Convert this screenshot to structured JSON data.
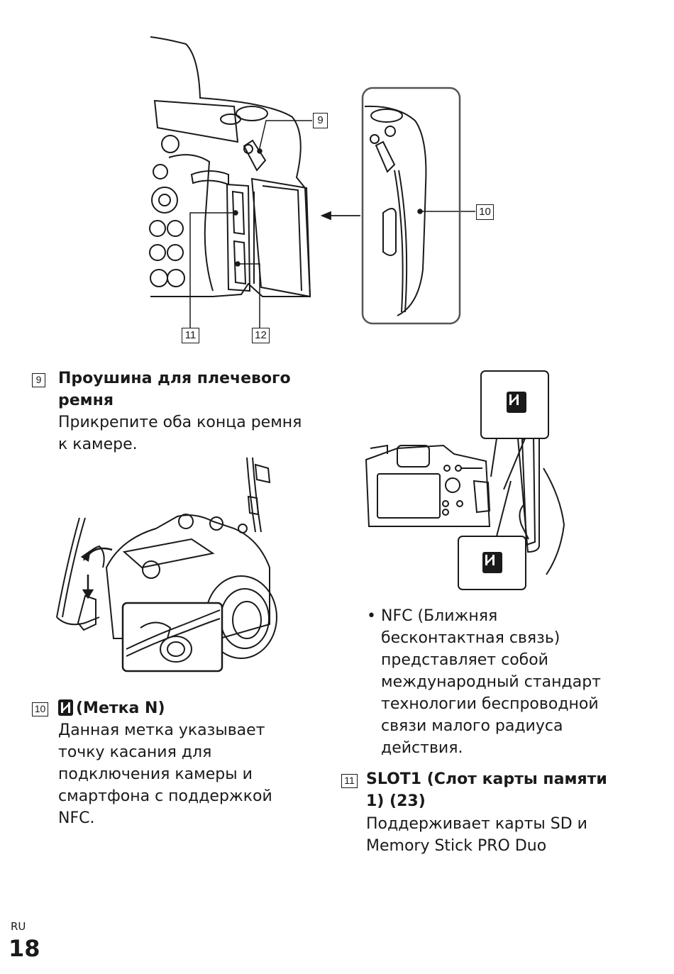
{
  "figure_top": {
    "callouts": {
      "c9": "9",
      "c10": "10",
      "c11": "11",
      "c12": "12"
    }
  },
  "section_9": {
    "number": "9",
    "title": "Проушина для плечевого ремня",
    "body": "Прикрепите оба конца ремня к камере."
  },
  "section_10": {
    "number": "10",
    "title": "(Метка N)",
    "body": "Данная метка указывает точку касания для подключения камеры и смартфона с поддержкой NFC."
  },
  "nfc_note": {
    "bullet": "NFC (Ближняя бесконтактная связь) представляет собой международный стандарт технологии беспроводной связи малого радиуса действия."
  },
  "section_11": {
    "number": "11",
    "title": "SLOT1 (Слот карты памяти 1) (23)",
    "body": "Поддерживает карты SD и Memory Stick PRO Duo"
  },
  "footer": {
    "lang": "RU",
    "page": "18"
  }
}
